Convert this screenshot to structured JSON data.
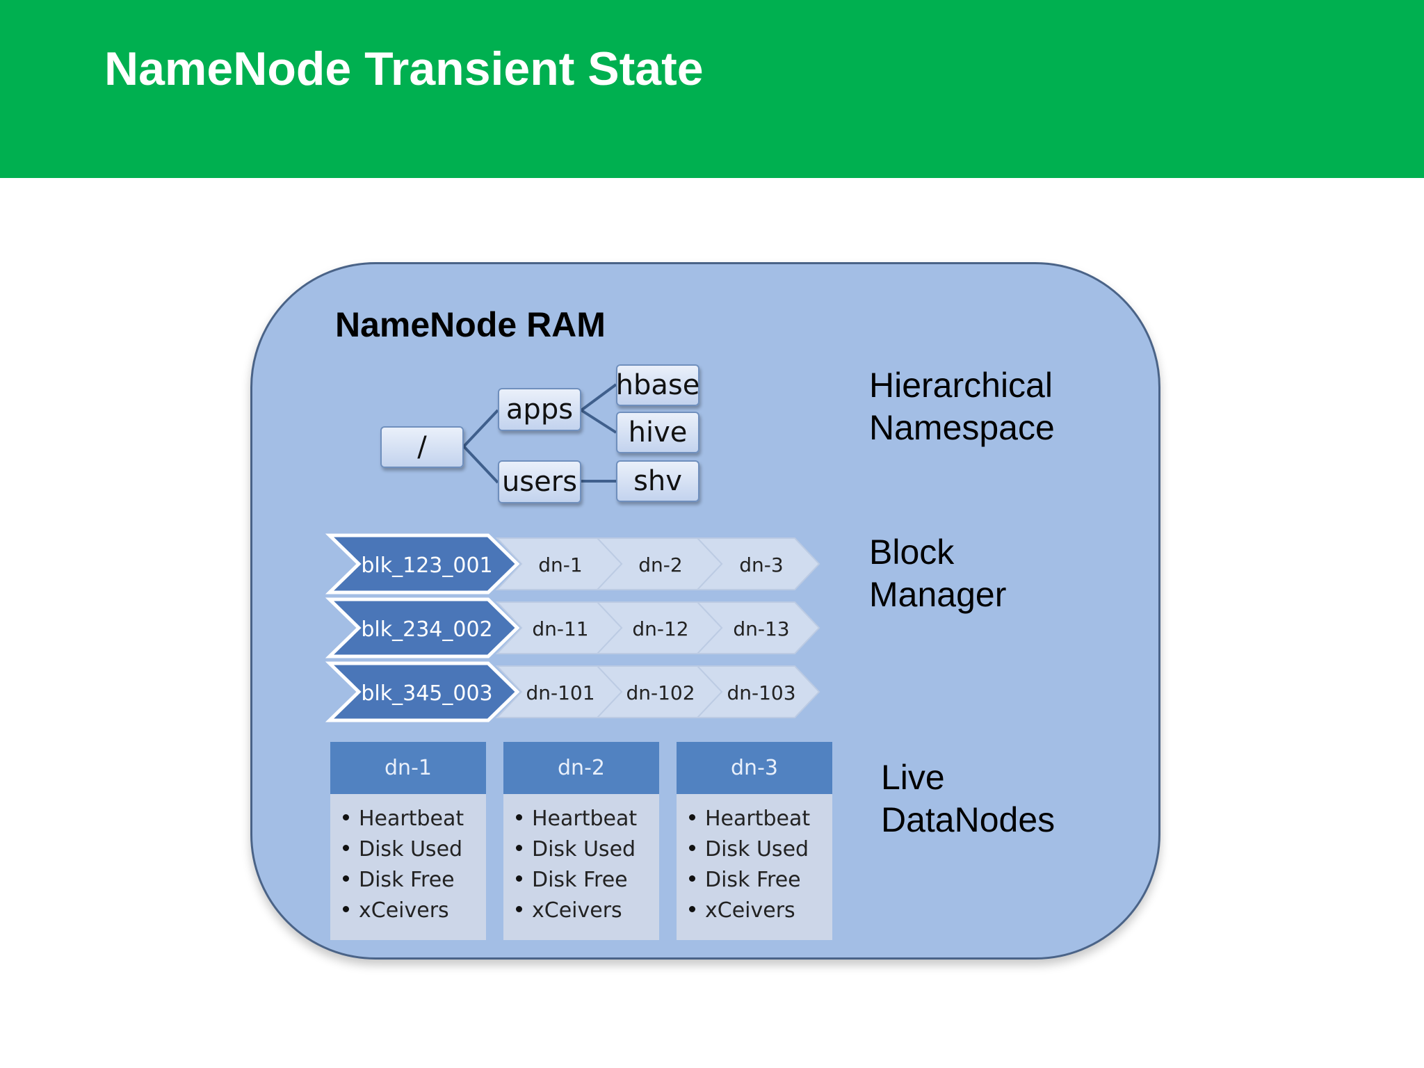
{
  "slide": {
    "title": "NameNode Transient State",
    "header_color": "#00b050"
  },
  "ram": {
    "title": "NameNode RAM",
    "panel_color": "#a3bee5"
  },
  "namespace": {
    "label_line1": "Hierarchical",
    "label_line2": "Namespace",
    "root": "/",
    "apps": "apps",
    "users": "users",
    "hbase": "hbase",
    "hive": "hive",
    "shv": "shv"
  },
  "block_manager": {
    "label_line1": "Block",
    "label_line2": "Manager",
    "rows": [
      {
        "block": "blk_123_001",
        "nodes": [
          "dn-1",
          "dn-2",
          "dn-3"
        ]
      },
      {
        "block": "blk_234_002",
        "nodes": [
          "dn-11",
          "dn-12",
          "dn-13"
        ]
      },
      {
        "block": "blk_345_003",
        "nodes": [
          "dn-101",
          "dn-102",
          "dn-103"
        ]
      }
    ]
  },
  "live_datanodes": {
    "label_line1": "Live",
    "label_line2": "DataNodes",
    "cards": [
      {
        "name": "dn-1",
        "items": [
          "Heartbeat",
          "Disk Used",
          "Disk Free",
          "xCeivers"
        ]
      },
      {
        "name": "dn-2",
        "items": [
          "Heartbeat",
          "Disk Used",
          "Disk Free",
          "xCeivers"
        ]
      },
      {
        "name": "dn-3",
        "items": [
          "Heartbeat",
          "Disk Used",
          "Disk Free",
          "xCeivers"
        ]
      }
    ]
  }
}
